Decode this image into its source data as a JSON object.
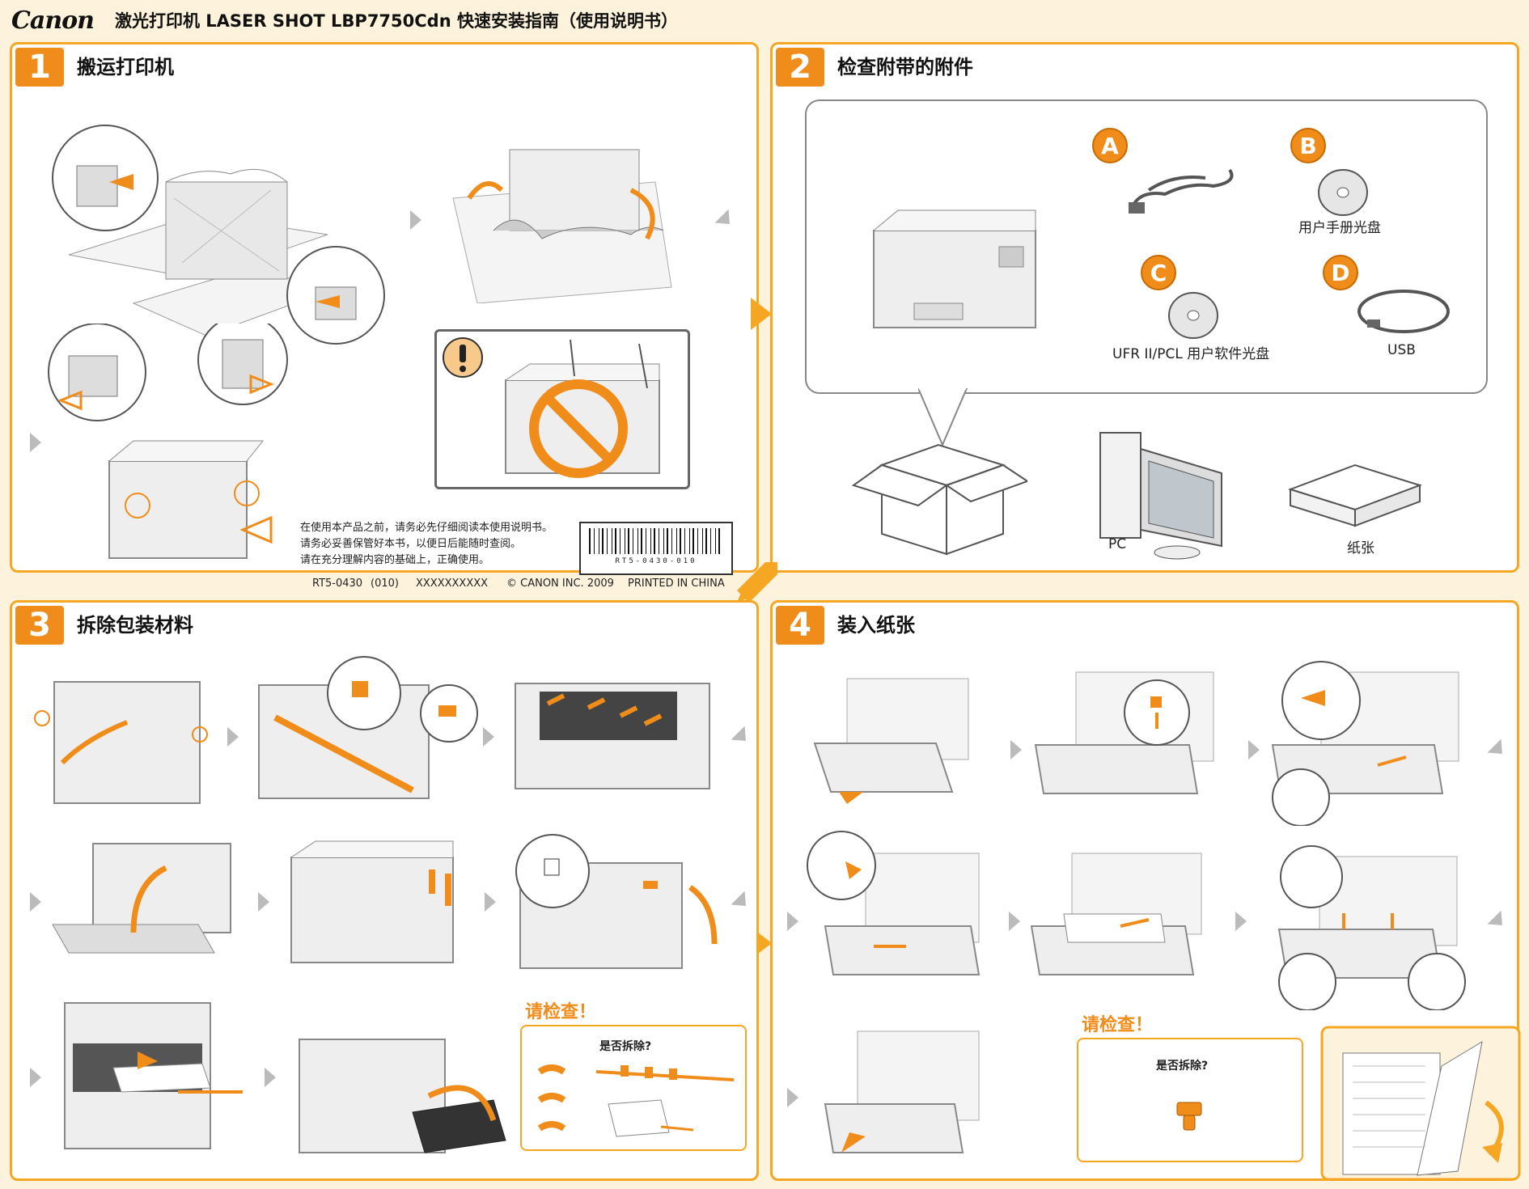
{
  "header": {
    "brand": "Canon",
    "title": "激光打印机 LASER SHOT LBP7750Cdn 快速安装指南（使用说明书）"
  },
  "steps": [
    {
      "number": "1",
      "title": "搬运打印机"
    },
    {
      "number": "2",
      "title": "检查附带的附件"
    },
    {
      "number": "3",
      "title": "拆除包装材料"
    },
    {
      "number": "4",
      "title": "装入纸张"
    }
  ],
  "accessories": {
    "a": {
      "letter": "A",
      "label": ""
    },
    "b": {
      "letter": "B",
      "label": "用户手册光盘"
    },
    "c": {
      "letter": "C",
      "label": "UFR II/PCL 用户软件光盘"
    },
    "d": {
      "letter": "D",
      "label": "USB"
    },
    "pc": "PC",
    "paper": "纸张"
  },
  "notice": {
    "line1": "在使用本产品之前，请务必先仔细阅读本使用说明书。",
    "line2": "请务必妥善保管好本书，以便日后能随时查阅。",
    "line3": "请在充分理解内容的基础上，正确使用。"
  },
  "barcode_text": "RT5-0430-010",
  "footer": {
    "code": "RT5-0430",
    "rev": "(010)",
    "placeholder": "XXXXXXXXXX",
    "copyright": "© CANON INC. 2009",
    "printed": "PRINTED IN CHINA"
  },
  "checks": {
    "step3_title": "请检查！",
    "step3_question": "是否拆除?",
    "step4_title": "请检查！",
    "step4_question": "是否拆除?"
  },
  "colors": {
    "accent": "#f08c1a",
    "border": "#f5a623",
    "page_bg": "#fdf3dc"
  }
}
